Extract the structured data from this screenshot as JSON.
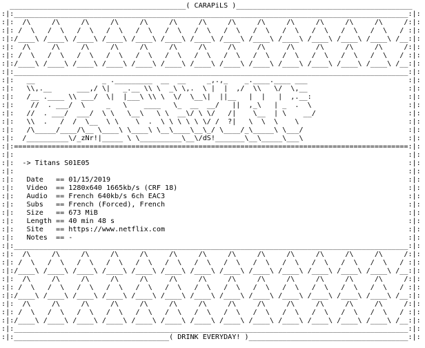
{
  "nfo": {
    "group": "CARAPiLS",
    "slogan": "DRINK EVERYDAY!",
    "release": "-> Titans S01E05",
    "fields": [
      {
        "label": "Date",
        "value": "01/15/2019"
      },
      {
        "label": "Video",
        "value": "1280x640 1665kb/s (CRF 18)"
      },
      {
        "label": "Audio",
        "value": "French 640kb/s 6ch EAC3"
      },
      {
        "label": "Subs",
        "value": "French (Forced), French"
      },
      {
        "label": "Size",
        "value": "673 MiB"
      },
      {
        "label": "Length",
        "value": "40 min 48 s"
      },
      {
        "label": "Site",
        "value": "https://www.netflix.com"
      },
      {
        "label": "Notes",
        "value": "-"
      }
    ],
    "signatures": [
      "zNr!",
      "dS!"
    ]
  },
  "logo_art": [
    "  __                _ ._________  __  __     _,.,_    _.____.____ ___",
    "  \\\\,.__      ___,/ \\|   _.__ \\\\ \\  _\\ \\,.  \\ |  |  ,/  \\\\   \\/  \\,__",
    "  /__ .____ \\\\ ___/  \\|  |___\\ \\\\ \\  \\/  \\__\\|  ||__   |  |   |  ,.__:",
    "   //  . ___/  \\     _   \\    ____   \\_  __  __/   ||  ,_\\   | _  .  \\",
    "  //  . ___/  ___/  \\ \\   \\__\\   \\ \\  __\\/ \\ \\/   /|    \\__  | \\    __/",
    "  \\\\  .   /  /  \\__  \\ \\    \\  .  \\ \\ \\ \\ \\ \\/ /  ?|   \\  \\  \\    \\",
    "  /\\_____/____/\\__ \\____\\ \\____\\ \\__\\____\\__\\_/ \\____/_\\_____\\ \\___/",
    " /__________\\/_zNr!|_____ \\ \\__________\\__\\/dS!_______\\__\\_____\\___\\"
  ]
}
